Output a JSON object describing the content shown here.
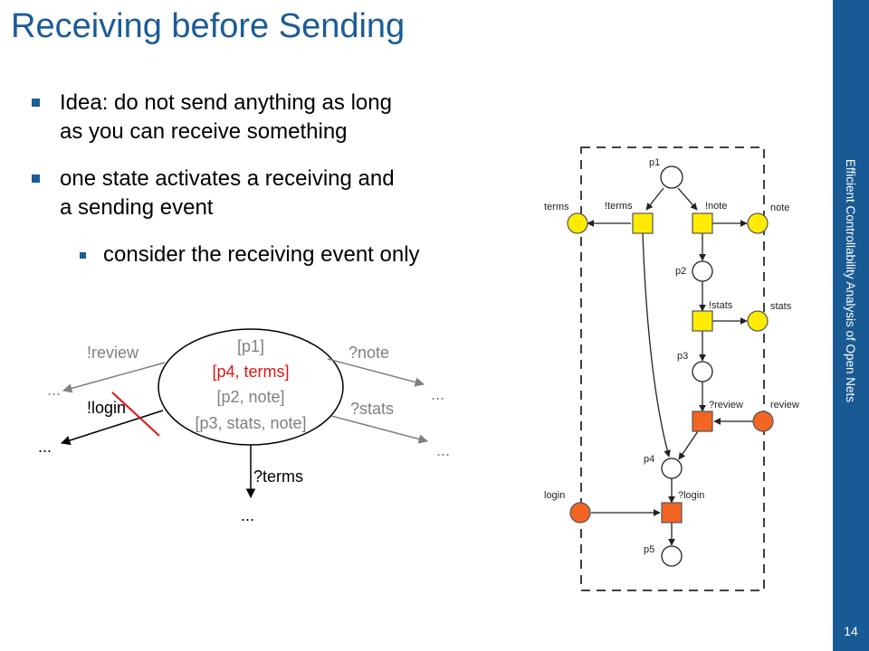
{
  "slide": {
    "title": "Receiving before Sending",
    "sidebar_text": "Efficient Controllability Analysis of Open Nets",
    "page_number": "14"
  },
  "bullets": [
    {
      "line1": "Idea: do not send anything as long",
      "line2": "as you can receive something"
    },
    {
      "line1": "one state activates a receiving and",
      "line2": "a sending event"
    },
    {
      "line1": "consider the receiving event only"
    }
  ],
  "state_diagram": {
    "state_lines": [
      "[p1]",
      "[p4, terms]",
      "[p2, note]",
      "[p3, stats, note]"
    ],
    "highlight_color": "#e01414",
    "muted_color": "#808080",
    "edges": {
      "review": "!review",
      "login": "!login",
      "note": "?note",
      "stats": "?stats",
      "terms": "?terms"
    },
    "ellipsis": "..."
  },
  "petri_net": {
    "places": {
      "p1": "p1",
      "p2": "p2",
      "p3": "p3",
      "p4": "p4",
      "p5": "p5"
    },
    "interface_places": {
      "terms": "terms",
      "note": "note",
      "stats": "stats",
      "review": "review",
      "login": "login"
    },
    "transitions": {
      "t_terms": "!terms",
      "t_note": "!note",
      "t_stats": "!stats",
      "t_review": "?review",
      "t_login": "?login"
    },
    "colors": {
      "send": "#ffeb00",
      "receive": "#f26522"
    }
  }
}
